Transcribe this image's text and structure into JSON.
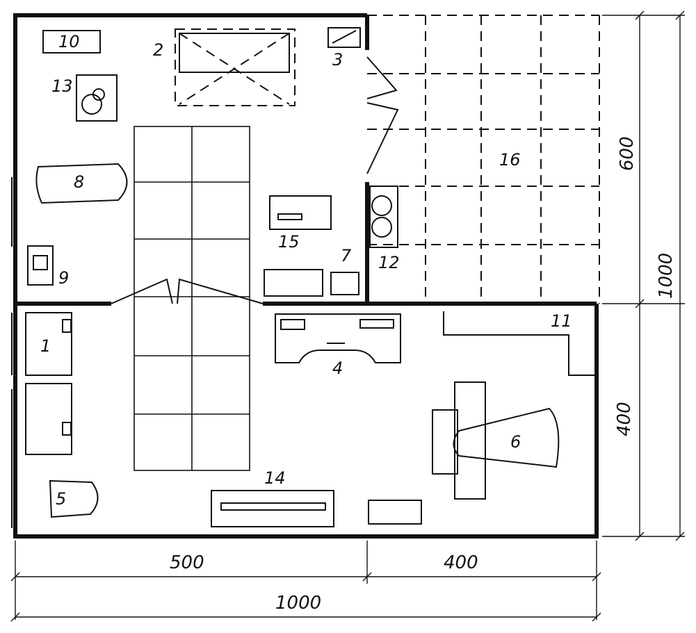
{
  "labels": {
    "n1": "1",
    "n2": "2",
    "n3": "3",
    "n4": "4",
    "n5": "5",
    "n6": "6",
    "n7": "7",
    "n8": "8",
    "n9": "9",
    "n10": "10",
    "n11": "11",
    "n12": "12",
    "n13": "13",
    "n14": "14",
    "n15": "15",
    "n16": "16"
  },
  "dimensions": {
    "bottom_left": "500",
    "bottom_right": "400",
    "bottom_total": "1000",
    "right_upper": "600",
    "right_lower": "400",
    "right_total": "1000"
  }
}
